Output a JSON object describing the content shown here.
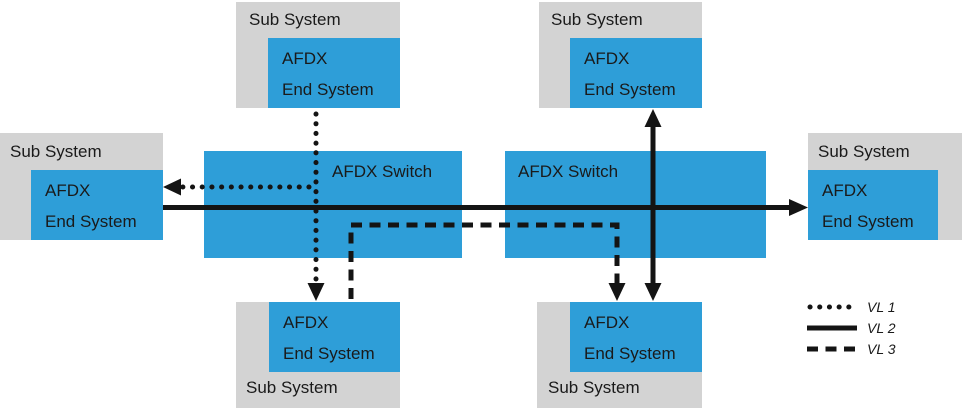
{
  "labels": {
    "sub_system": "Sub System",
    "end_system_line1": "AFDX",
    "end_system_line2": "End System",
    "switch": "AFDX Switch"
  },
  "legend": {
    "items": [
      {
        "label": "VL 1",
        "line_style": "dotted"
      },
      {
        "label": "VL 2",
        "line_style": "solid"
      },
      {
        "label": "VL 3",
        "line_style": "dashed"
      }
    ]
  },
  "virtual_links": [
    {
      "name": "VL 1",
      "line_style": "dotted",
      "from": "top-left AFDX End System",
      "to": [
        "left AFDX End System",
        "bottom-left AFDX End System"
      ]
    },
    {
      "name": "VL 2",
      "line_style": "solid",
      "from": "left AFDX End System",
      "to": [
        "top-right AFDX End System",
        "right AFDX End System",
        "bottom-right AFDX End System"
      ]
    },
    {
      "name": "VL 3",
      "line_style": "dashed",
      "from": "bottom-left AFDX End System",
      "to": [
        "bottom-right AFDX End System"
      ]
    }
  ],
  "colors": {
    "box_blue": "#2e9ed8",
    "box_gray": "#d3d3d3",
    "line": "#141414"
  }
}
